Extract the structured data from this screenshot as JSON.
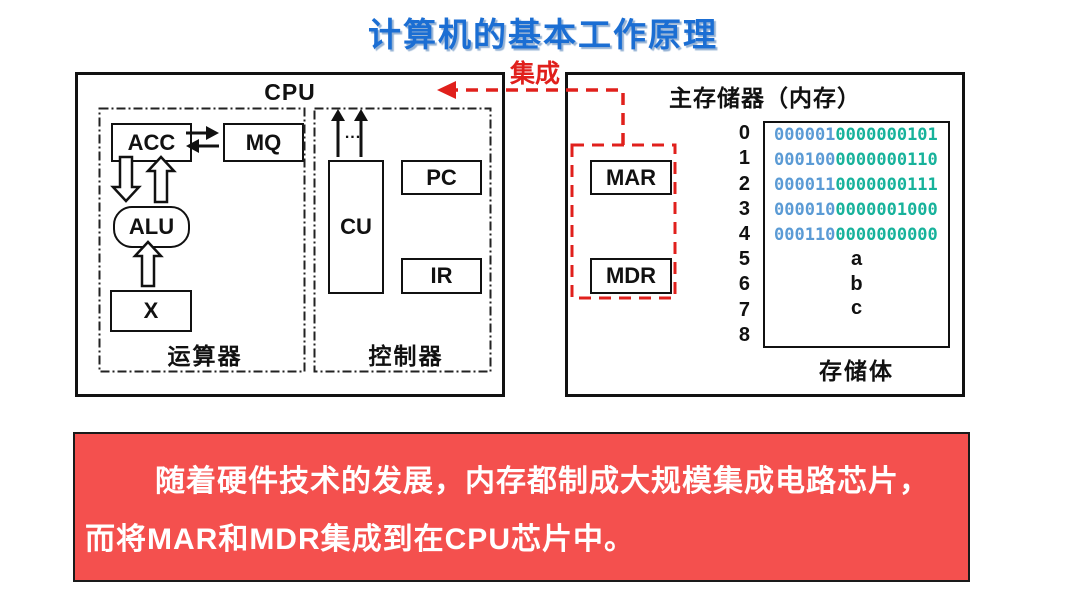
{
  "title": "计算机的基本工作原理",
  "cpu": {
    "label": "CPU",
    "alu_unit": {
      "label": "运算器",
      "boxes": {
        "acc": "ACC",
        "mq": "MQ",
        "alu": "ALU",
        "x": "X"
      }
    },
    "control_unit": {
      "label": "控制器",
      "boxes": {
        "cu": "CU",
        "pc": "PC",
        "ir": "IR"
      },
      "dots": "..."
    }
  },
  "integration_label": "集成",
  "memory": {
    "title": "主存储器（内存）",
    "registers": {
      "mar": "MAR",
      "mdr": "MDR"
    },
    "bank_label": "存储体",
    "rows": [
      {
        "addr": "0",
        "opcode": "000001",
        "operand": "0000000101"
      },
      {
        "addr": "1",
        "opcode": "000100",
        "operand": "0000000110"
      },
      {
        "addr": "2",
        "opcode": "000011",
        "operand": "0000000111"
      },
      {
        "addr": "3",
        "opcode": "000010",
        "operand": "0000001000"
      },
      {
        "addr": "4",
        "opcode": "000110",
        "operand": "0000000000"
      },
      {
        "addr": "5",
        "letter": "a"
      },
      {
        "addr": "6",
        "letter": "b"
      },
      {
        "addr": "7",
        "letter": "c"
      },
      {
        "addr": "8",
        "letter": ""
      }
    ]
  },
  "note": {
    "line1": "随着硬件技术的发展，内存都制成大规模集成电路芯片，",
    "line2": "而将MAR和MDR集成到在CPU芯片中。"
  },
  "colors": {
    "title_blue": "#1b6ed3",
    "opcode_blue": "#5b9bd5",
    "operand_teal": "#17b29b",
    "integration_red": "#e0201c",
    "note_background": "#f4504e"
  }
}
